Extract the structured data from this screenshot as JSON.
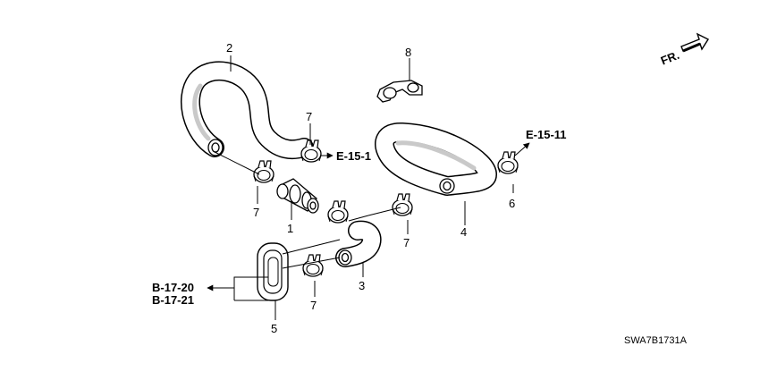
{
  "callouts": {
    "c2": "2",
    "c8": "8",
    "c7_top": "7",
    "c6": "6",
    "c7_left": "7",
    "c1": "1",
    "c7_mid": "7",
    "c4": "4",
    "c3": "3",
    "c7_bottom": "7",
    "c5": "5"
  },
  "references": {
    "e15_1": "E-15-1",
    "e15_11": "E-15-11",
    "b17_20": "B-17-20",
    "b17_21": "B-17-21"
  },
  "direction_label": "FR.",
  "diagram_code": "SWA7B1731A"
}
